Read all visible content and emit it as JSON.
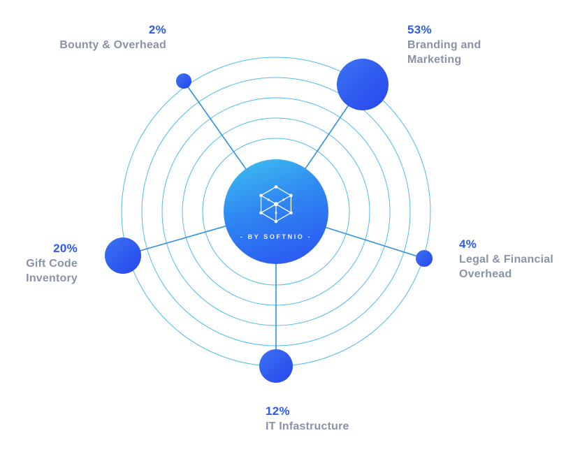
{
  "diagram": {
    "title_hint": "fund-allocation-orbit-diagram",
    "brand": "- BY SOFTNIO -",
    "center_icon": "hexagon-network-icon"
  },
  "allocations": [
    {
      "id": "bounty-overhead",
      "percent": "2%",
      "lines": [
        "Bounty & Overhead"
      ]
    },
    {
      "id": "branding-marketing",
      "percent": "53%",
      "lines": [
        "Branding and",
        "Marketing"
      ]
    },
    {
      "id": "legal-financial-overhead",
      "percent": "4%",
      "lines": [
        "Legal & Financial",
        "Overhead"
      ]
    },
    {
      "id": "gift-code-inventory",
      "percent": "20%",
      "lines": [
        "Gift Code",
        "Inventory"
      ]
    },
    {
      "id": "it-infrastructure",
      "percent": "12%",
      "lines": [
        "IT Infastructure"
      ]
    }
  ],
  "colors": {
    "percent_text": "#2d5bf0",
    "label_text": "#8a92a6",
    "orbit_ring": "#3bb4ef",
    "connector_line": "#2e8fe0",
    "node_fill": "#2c53f0",
    "center_gradient_start": "#3ec2f0",
    "center_gradient_end": "#2c5ff2"
  }
}
